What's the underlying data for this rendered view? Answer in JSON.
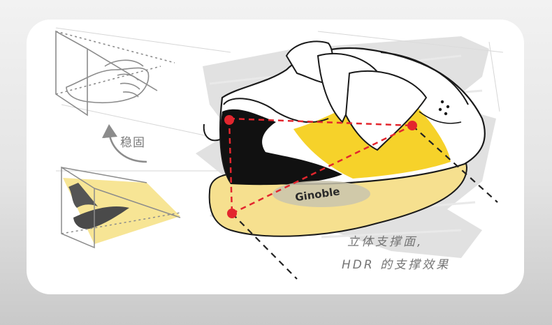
{
  "labels": {
    "stable": "稳固",
    "caption_line1": "立体支撑面,",
    "caption_line2": "HDR 的支撑效果"
  },
  "brand": {
    "logo_text": "Ginoble"
  },
  "colors": {
    "yellow": "#f6d22a",
    "pale_yellow": "#f7e08f",
    "red": "#e3262e",
    "black": "#111111",
    "gray_line": "#8c8c8c",
    "background": "#ececec"
  },
  "icons": [
    "curved-arrow-icon",
    "hand-sketch-icon",
    "foot-sketch-icon",
    "shoe-illustration-icon"
  ]
}
